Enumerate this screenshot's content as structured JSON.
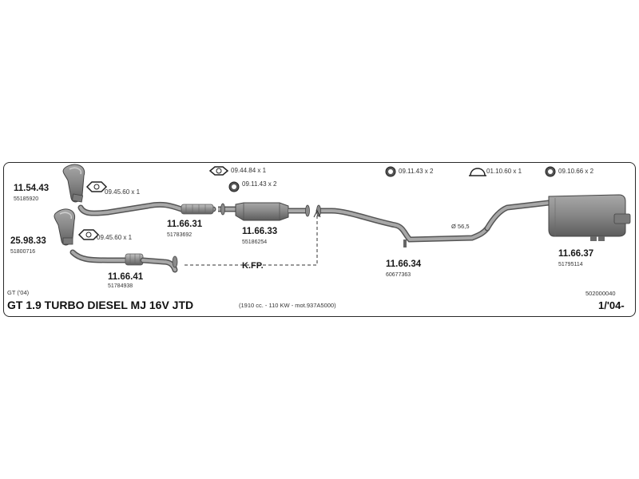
{
  "parts": [
    {
      "code": "11.54.43",
      "oe": "55185920"
    },
    {
      "code": "25.98.33",
      "oe": "51800716"
    },
    {
      "code": "11.66.41",
      "oe": "51784938"
    },
    {
      "code": "11.66.31",
      "oe": "51783692"
    },
    {
      "code": "11.66.33",
      "oe": "55186254"
    },
    {
      "code": "11.66.34",
      "oe": "60677363"
    },
    {
      "code": "11.66.37",
      "oe": "51795114"
    }
  ],
  "accessories": [
    {
      "code": "09.45.60",
      "qty": "x 1"
    },
    {
      "code": "09.45.60",
      "qty": "x 1"
    },
    {
      "code": "09.44.84",
      "qty": "x 1"
    },
    {
      "code": "09.11.43",
      "qty": "x 2"
    },
    {
      "code": "09.11.43",
      "qty": "x 2"
    },
    {
      "code": "01.10.60",
      "qty": "x 1"
    },
    {
      "code": "09.10.66",
      "qty": "x 2"
    }
  ],
  "kfp_label": "K.FP.",
  "diameter_label": "Ø 56,5",
  "model_short": "GT ('04)",
  "model_title": "GT 1.9 TURBO DIESEL MJ 16V JTD",
  "engine_spec": "(1910 cc. - 110 KW - mot.937A5000)",
  "catalog_number": "502000040",
  "date_range": "1/'04-",
  "colors": {
    "part_fill": "#8a8a8a",
    "part_dark": "#5a5a5a",
    "part_light": "#b5b5b5",
    "border": "#2a2a2a"
  }
}
